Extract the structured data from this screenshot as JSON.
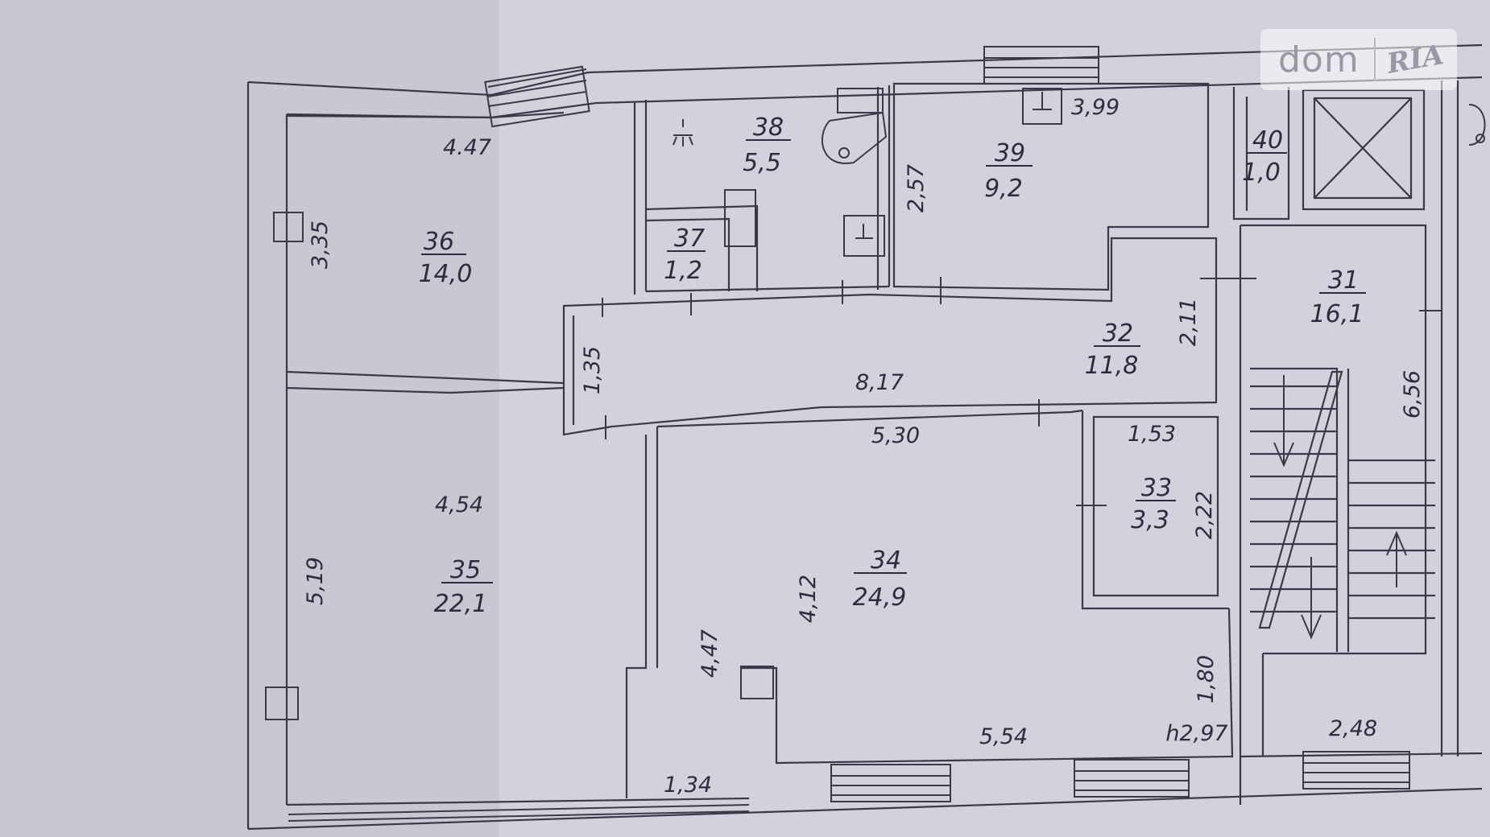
{
  "watermark": {
    "brand": "dom",
    "brand2": "RIA"
  },
  "rooms": [
    {
      "id": "r36",
      "number": "36",
      "area": "14,0"
    },
    {
      "id": "r35",
      "number": "35",
      "area": "22,1"
    },
    {
      "id": "r37",
      "number": "37",
      "area": "1,2"
    },
    {
      "id": "r38",
      "number": "38",
      "area": "5,5"
    },
    {
      "id": "r39",
      "number": "39",
      "area": "9,2"
    },
    {
      "id": "r40",
      "number": "40",
      "area": "1,0"
    },
    {
      "id": "r31",
      "number": "31",
      "area": "16,1"
    },
    {
      "id": "r32",
      "number": "32",
      "area": "11,8"
    },
    {
      "id": "r33",
      "number": "33",
      "area": "3,3"
    },
    {
      "id": "r34",
      "number": "34",
      "area": "24,9"
    }
  ],
  "dimensions": {
    "d447_top": "4.47",
    "d335": "3,35",
    "d399": "3,99",
    "d257": "2,57",
    "d211": "2,11",
    "d135": "1,35",
    "d817": "8,17",
    "d530": "5,30",
    "d153": "1,53",
    "d222": "2,22",
    "d454": "4,54",
    "d519": "5,19",
    "d412": "4,12",
    "d447_side": "4,47",
    "d180": "1,80",
    "d554": "5,54",
    "height": "h2,97",
    "d134": "1,34",
    "d248": "2,48",
    "d656": "6,56"
  }
}
